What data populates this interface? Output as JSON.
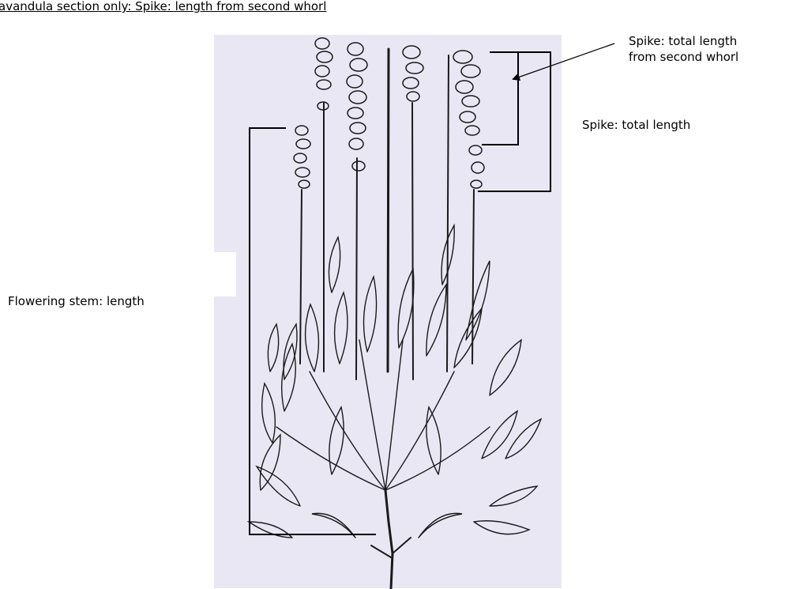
{
  "heading": "avandula section only: Spike: length from second whorl",
  "labels": {
    "flowering_stem": "Flowering stem: length",
    "spike_total": "Spike: total length",
    "spike_second_whorl_line1": "Spike: total length",
    "spike_second_whorl_line2": "from second whorl"
  },
  "illustration": {
    "subject": "lavender-plant-drawing",
    "background_color": "#e9e7f4"
  }
}
